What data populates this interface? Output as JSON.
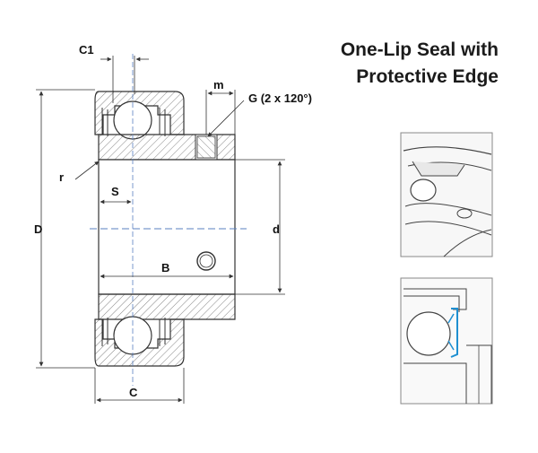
{
  "title": {
    "line1": "One-Lip Seal with",
    "line2": "Protective Edge"
  },
  "labels": {
    "C1": "C1",
    "m": "m",
    "G": "G (2 x 120°)",
    "r": "r",
    "S": "S",
    "D": "D",
    "d": "d",
    "B": "B",
    "C": "C"
  },
  "colors": {
    "line": "#3a3a3a",
    "hatch": "#555555",
    "centerline": "#5a7fc0",
    "seal_highlight": "#1e8fd1",
    "detail_frame": "#888888"
  }
}
